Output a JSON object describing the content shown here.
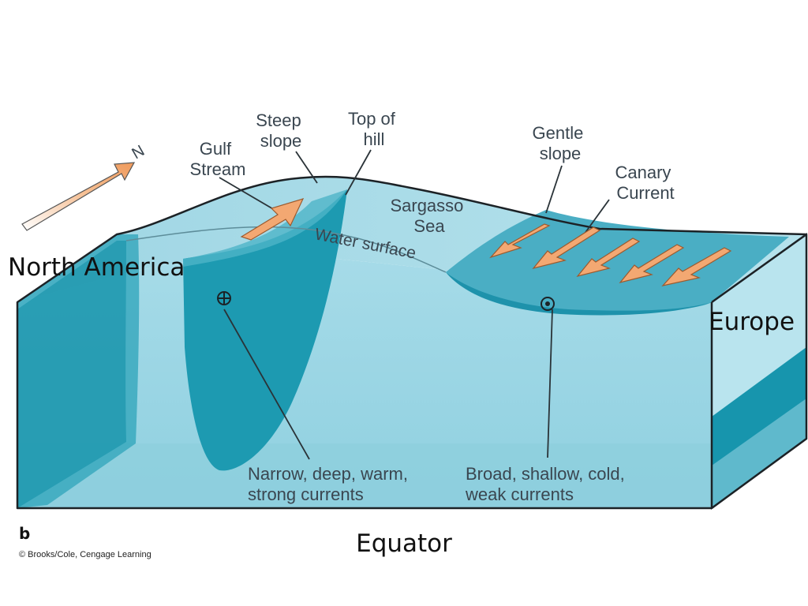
{
  "labels": {
    "steep_slope": [
      "Steep",
      "slope"
    ],
    "top_of_hill": [
      "Top of",
      "hill"
    ],
    "gulf_stream": [
      "Gulf",
      "Stream"
    ],
    "gentle_slope": [
      "Gentle",
      "slope"
    ],
    "canary_current": [
      "Canary",
      "Current"
    ],
    "sargasso_sea": [
      "Sargasso",
      "Sea"
    ],
    "water_surface": "Water surface",
    "west_currents": [
      "Narrow, deep, warm,",
      "strong currents"
    ],
    "east_currents": [
      "Broad, shallow, cold,",
      "weak currents"
    ],
    "north_america": "North America",
    "europe": "Europe",
    "equator": "Equator",
    "panel_letter": "b",
    "copyright": "© Brooks/Cole, Cengage Learning",
    "north_mark": "N"
  },
  "symbols": {
    "into_page": "cross-circle-icon",
    "out_of_page": "dot-circle-icon"
  },
  "colors": {
    "water_light": "#a8d9e6",
    "water_mid": "#7cc6d8",
    "water_dark": "#1f9bb2",
    "arrow_fill": "#f3a872",
    "arrow_stroke": "#9c5a2e"
  }
}
